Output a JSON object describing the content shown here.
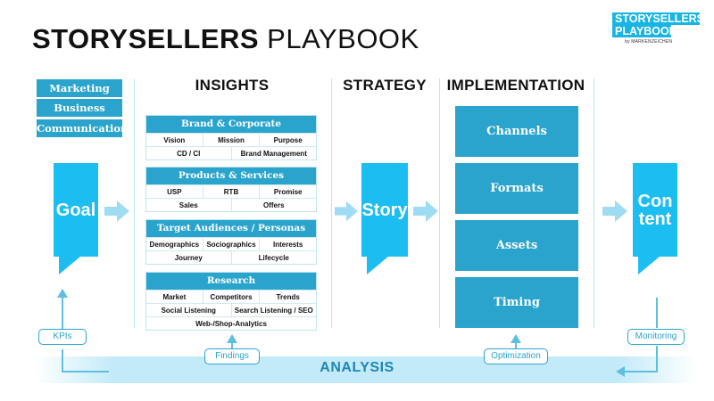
{
  "title": {
    "bold": "STORYSELLERS",
    "light": "PLAYBOOK"
  },
  "logo": {
    "line1": "STORYSELLERS",
    "line2": "PLAYBOOK",
    "line3": "by MARKENZEICHEN"
  },
  "columns": {
    "insights": "INSIGHTS",
    "strategy": "STRATEGY",
    "implementation": "IMPLEMENTATION"
  },
  "goal_side": {
    "labels": [
      "Marketing",
      "Business",
      "Communication"
    ],
    "flag": "Goal"
  },
  "insight_blocks": [
    {
      "title": "Brand & Corporate",
      "rows": [
        [
          "Vision",
          "Mission",
          "Purpose"
        ],
        [
          "CD / CI",
          "Brand Management"
        ]
      ]
    },
    {
      "title": "Products & Services",
      "rows": [
        [
          "USP",
          "RTB",
          "Promise"
        ],
        [
          "Sales",
          "Offers"
        ]
      ]
    },
    {
      "title": "Target Audiences / Personas",
      "rows": [
        [
          "Demographics",
          "Sociographics",
          "Interests"
        ],
        [
          "Journey",
          "Lifecycle"
        ]
      ]
    },
    {
      "title": "Research",
      "rows": [
        [
          "Market",
          "Competitors",
          "Trends"
        ],
        [
          "Social Listening",
          "Search Listening / SEO"
        ],
        [
          "Web-/Shop-Analytics"
        ]
      ]
    }
  ],
  "strategy_flag": "Story",
  "implementation": [
    "Channels",
    "Formats",
    "Assets",
    "Timing"
  ],
  "content_flag": {
    "line1": "Con",
    "line2": "tent"
  },
  "pills": {
    "kpis": "KPIs",
    "findings": "Findings",
    "optimization": "Optimization",
    "monitoring": "Monitoring"
  },
  "analysis": "ANALYSIS",
  "colors": {
    "accent": "#2aa4cc",
    "flag": "#1cbdf0",
    "arrow": "#9fdcf3",
    "analysis_text": "#1e87b3"
  }
}
